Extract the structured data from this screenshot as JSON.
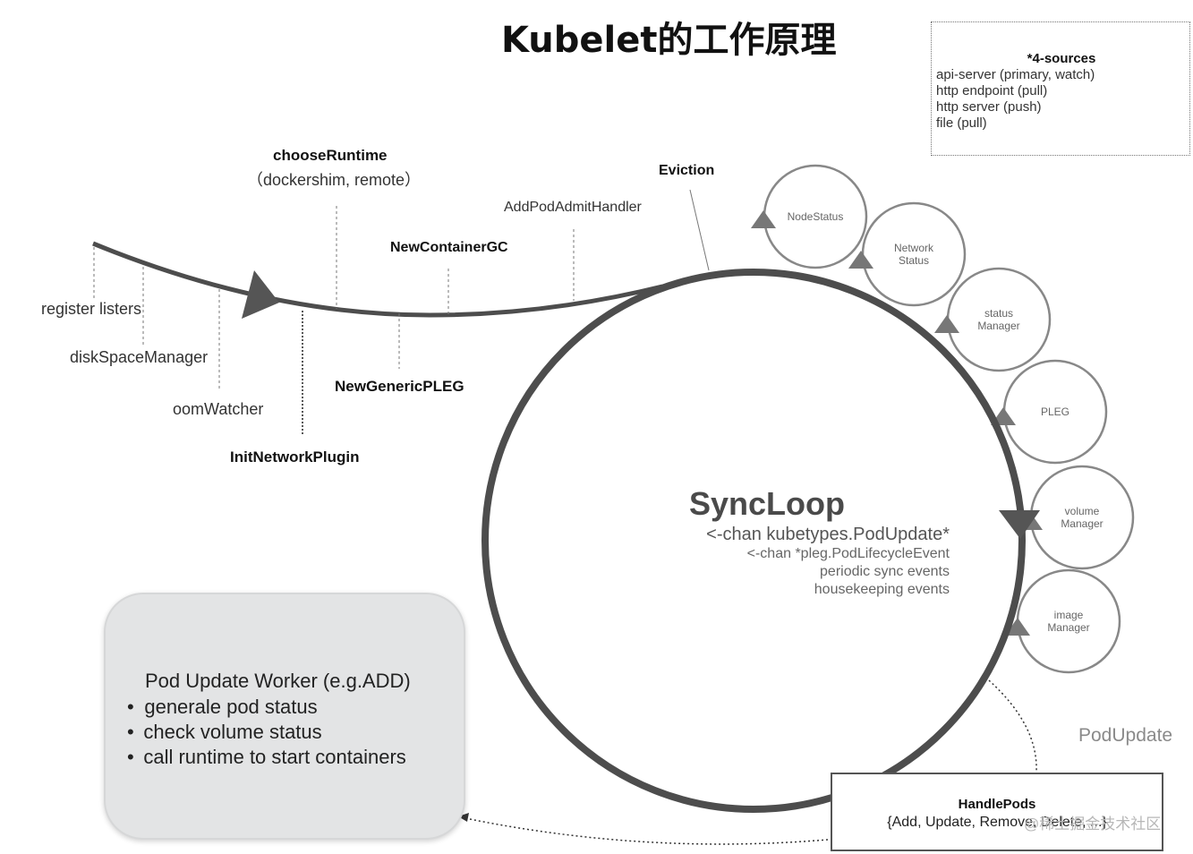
{
  "title": "Kubelet的工作原理",
  "sources": {
    "header": "*4-sources",
    "items": [
      "api-server (primary, watch)",
      "http endpoint (pull)",
      "http server (push)",
      "file (pull)"
    ]
  },
  "init_steps": {
    "choose_runtime": "chooseRuntime",
    "choose_runtime_sub": "（dockershim, remote）",
    "eviction": "Eviction",
    "add_pod_admit_handler": "AddPodAdmitHandler",
    "new_container_gc": "NewContainerGC",
    "register_listers": "register listers",
    "disk_space_manager": "diskSpaceManager",
    "oom_watcher": "oomWatcher",
    "new_generic_pleg": "NewGenericPLEG",
    "init_network_plugin": "InitNetworkPlugin"
  },
  "managers": [
    {
      "id": "node-status",
      "lines": [
        "NodeStatus"
      ]
    },
    {
      "id": "network-status",
      "lines": [
        "Network",
        "Status"
      ]
    },
    {
      "id": "status-manager",
      "lines": [
        "status",
        "Manager"
      ]
    },
    {
      "id": "pleg",
      "lines": [
        "PLEG"
      ]
    },
    {
      "id": "volume-manager",
      "lines": [
        "volume",
        "Manager"
      ]
    },
    {
      "id": "image-manager",
      "lines": [
        "image",
        "Manager"
      ]
    }
  ],
  "syncloop": {
    "title": "SyncLoop",
    "lines": [
      "<-chan kubetypes.PodUpdate*",
      "<-chan *pleg.PodLifecycleEvent",
      "periodic sync events",
      "housekeeping events"
    ]
  },
  "pod_update_label": "PodUpdate",
  "handle_pods": {
    "title": "HandlePods",
    "subtitle": "{Add, Update, Remove, Delete, ...}"
  },
  "worker": {
    "title": "Pod Update Worker (e.g.ADD)",
    "bullet": "•",
    "items": [
      "generale pod status",
      "check volume status",
      "call runtime to start containers"
    ]
  },
  "watermark": "@稀土掘金技术社区"
}
